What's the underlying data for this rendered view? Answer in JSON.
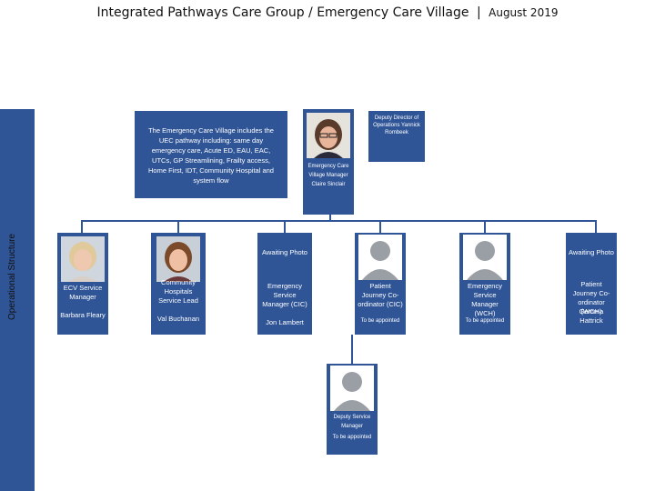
{
  "header": {
    "title": "Integrated Pathways Care Group / Emergency Care Village",
    "separator": "|",
    "date": "August 2019"
  },
  "sidebar": {
    "label": "Operational Structure",
    "color": "#2f5597"
  },
  "info_box": {
    "text": "The Emergency Care Village includes the UEC pathway including: same day emergency care, Acute ED, EAU, EAC, UTCs, GP Streamlining, Frailty access, Home First, IDT, Community Hospital and system flow"
  },
  "deputy_director": {
    "text": "Deputy Director of Operations Yannick Rombeek"
  },
  "manager": {
    "text": "Emergency Care Village Manager Claire Sinclair"
  },
  "row": [
    {
      "role": "ECV Service Manager",
      "name": "Barbara Fleary",
      "photo": "photo-woman-blonde"
    },
    {
      "role": "Community Hospitals Service Lead",
      "name": "Val Buchanan",
      "photo": "photo-woman-brunette"
    },
    {
      "awaiting": "Awaiting Photo",
      "role": "Emergency Service Manager (CIC)",
      "name": "Jon Lambert"
    },
    {
      "role": "Patient Journey Co-ordinator (CIC)",
      "note": "To be appointed",
      "photo": "silhouette"
    },
    {
      "role": "Emergency Service Manager (WCH)",
      "note": "To be appointed",
      "photo": "silhouette"
    },
    {
      "awaiting": "Awaiting Photo",
      "role": "Patient Journey Co-ordinator (WCH)",
      "name": "Gemma Hattrick"
    }
  ],
  "deputy_service_manager": {
    "role": "Deputy Service Manager",
    "note": "To be appointed"
  }
}
